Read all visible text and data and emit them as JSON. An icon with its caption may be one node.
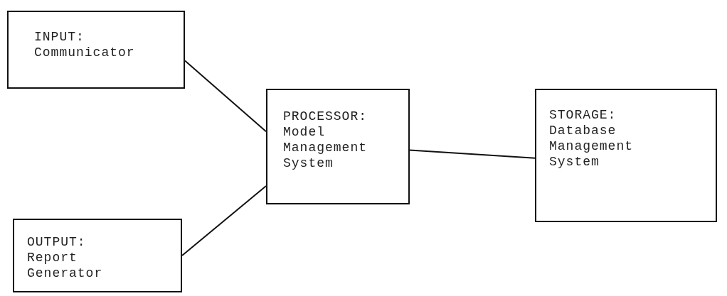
{
  "diagram": {
    "nodes": [
      {
        "text": [
          "INPUT:",
          "Communicator"
        ]
      },
      {
        "text": [
          "OUTPUT:",
          "Report Generator"
        ]
      },
      {
        "text": [
          "PROCESSOR:",
          "Model Management System"
        ]
      },
      {
        "text": [
          "STORAGE:",
          "Database Management System"
        ]
      }
    ],
    "edges": [
      {
        "from": 0,
        "to": 2,
        "arrow": "none"
      },
      {
        "from": 1,
        "to": 2,
        "arrow": "none"
      },
      {
        "from": 2,
        "to": 3,
        "arrow": "none"
      }
    ]
  }
}
